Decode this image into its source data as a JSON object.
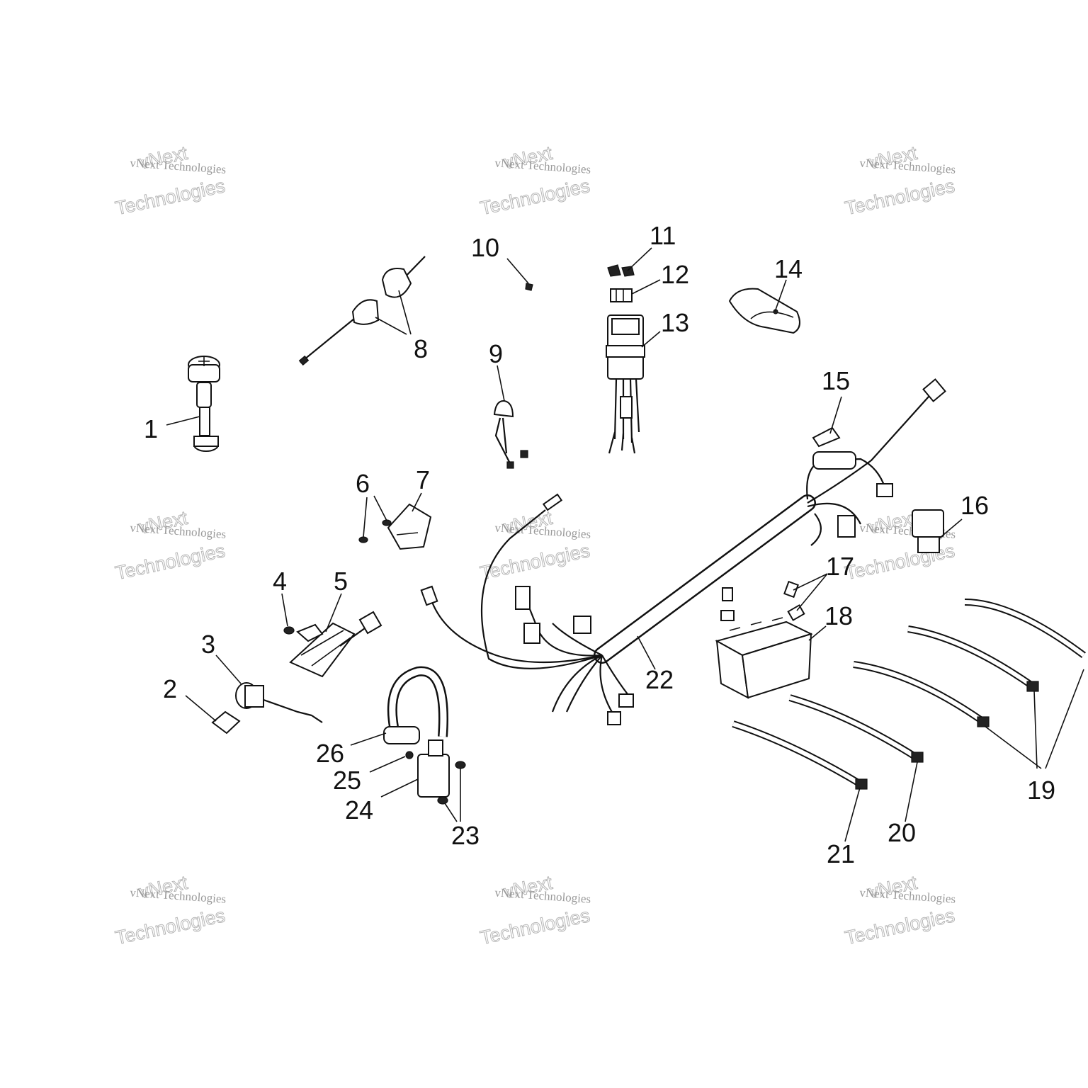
{
  "watermark": {
    "line1": "vNext Technologies",
    "line2": "vNext",
    "line3": "Technologies"
  },
  "callouts": {
    "c1": "1",
    "c2": "2",
    "c3": "3",
    "c4": "4",
    "c5": "5",
    "c6": "6",
    "c7": "7",
    "c8": "8",
    "c9": "9",
    "c10": "10",
    "c11": "11",
    "c12": "12",
    "c13": "13",
    "c14": "14",
    "c15": "15",
    "c16": "16",
    "c17": "17",
    "c18": "18",
    "c19": "19",
    "c20": "20",
    "c21": "21",
    "c22": "22",
    "c23": "23",
    "c24": "24",
    "c25": "25",
    "c26": "26"
  }
}
